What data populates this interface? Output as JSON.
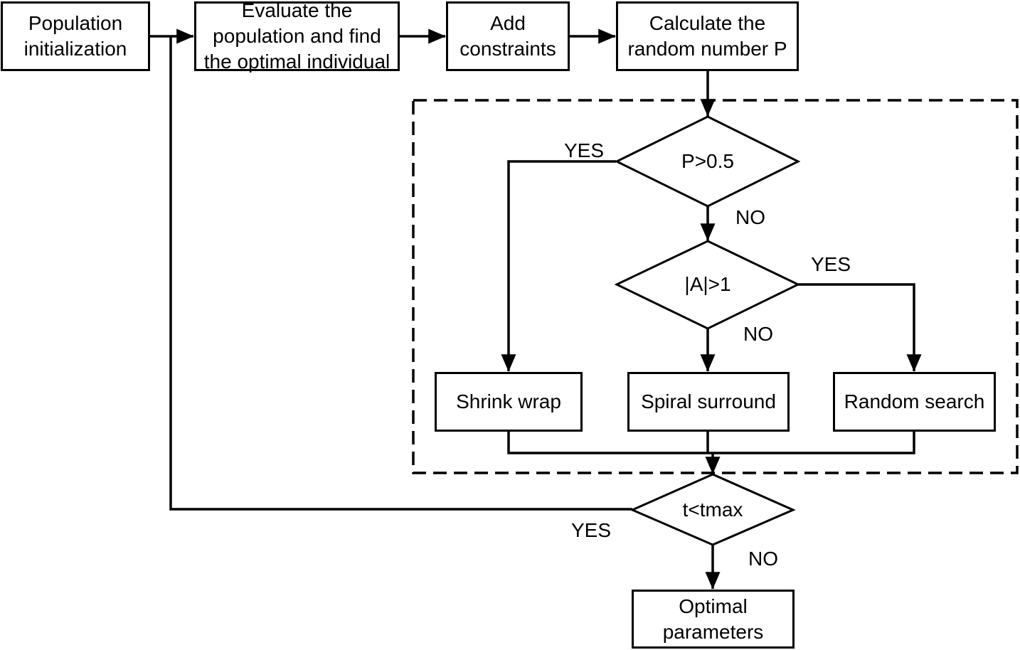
{
  "diagram_type": "flowchart",
  "colors": {
    "stroke": "#000000",
    "text": "#000000",
    "background": "#ffffff"
  },
  "nodes": {
    "population": {
      "label": "Population\ninitialization"
    },
    "evaluate": {
      "label": "Evaluate the\npopulation and find\nthe optimal individual"
    },
    "constraints": {
      "label": "Add\nconstraints"
    },
    "random_p": {
      "label": "Calculate the\nrandom number P"
    },
    "shrink": {
      "label": "Shrink wrap"
    },
    "spiral": {
      "label": "Spiral surround"
    },
    "random_search": {
      "label": "Random search"
    },
    "optimal": {
      "label": "Optimal\nparameters"
    }
  },
  "decisions": {
    "p_gt_half": {
      "label": "P>0.5",
      "yes": "YES",
      "no": "NO"
    },
    "a_gt_one": {
      "label": "|A|>1",
      "yes": "YES",
      "no": "NO"
    },
    "t_lt_tmax": {
      "label": "t<tmax",
      "yes": "YES",
      "no": "NO"
    }
  }
}
